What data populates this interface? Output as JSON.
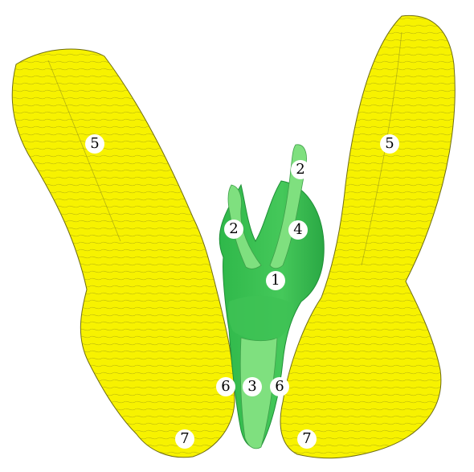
{
  "colors": {
    "background": "#ffffff",
    "yellow_structure": "#f7f200",
    "yellow_contour": "#8c8a1a",
    "green_dark": "#2fb84a",
    "green_light": "#7fe07f",
    "label_bg": "#ffffff",
    "label_text": "#000000"
  },
  "labels": {
    "l1": "1",
    "l2a": "2",
    "l2b": "2",
    "l3": "3",
    "l4": "4",
    "l5a": "5",
    "l5b": "5",
    "l6a": "6",
    "l6b": "6",
    "l7a": "7",
    "l7b": "7"
  }
}
